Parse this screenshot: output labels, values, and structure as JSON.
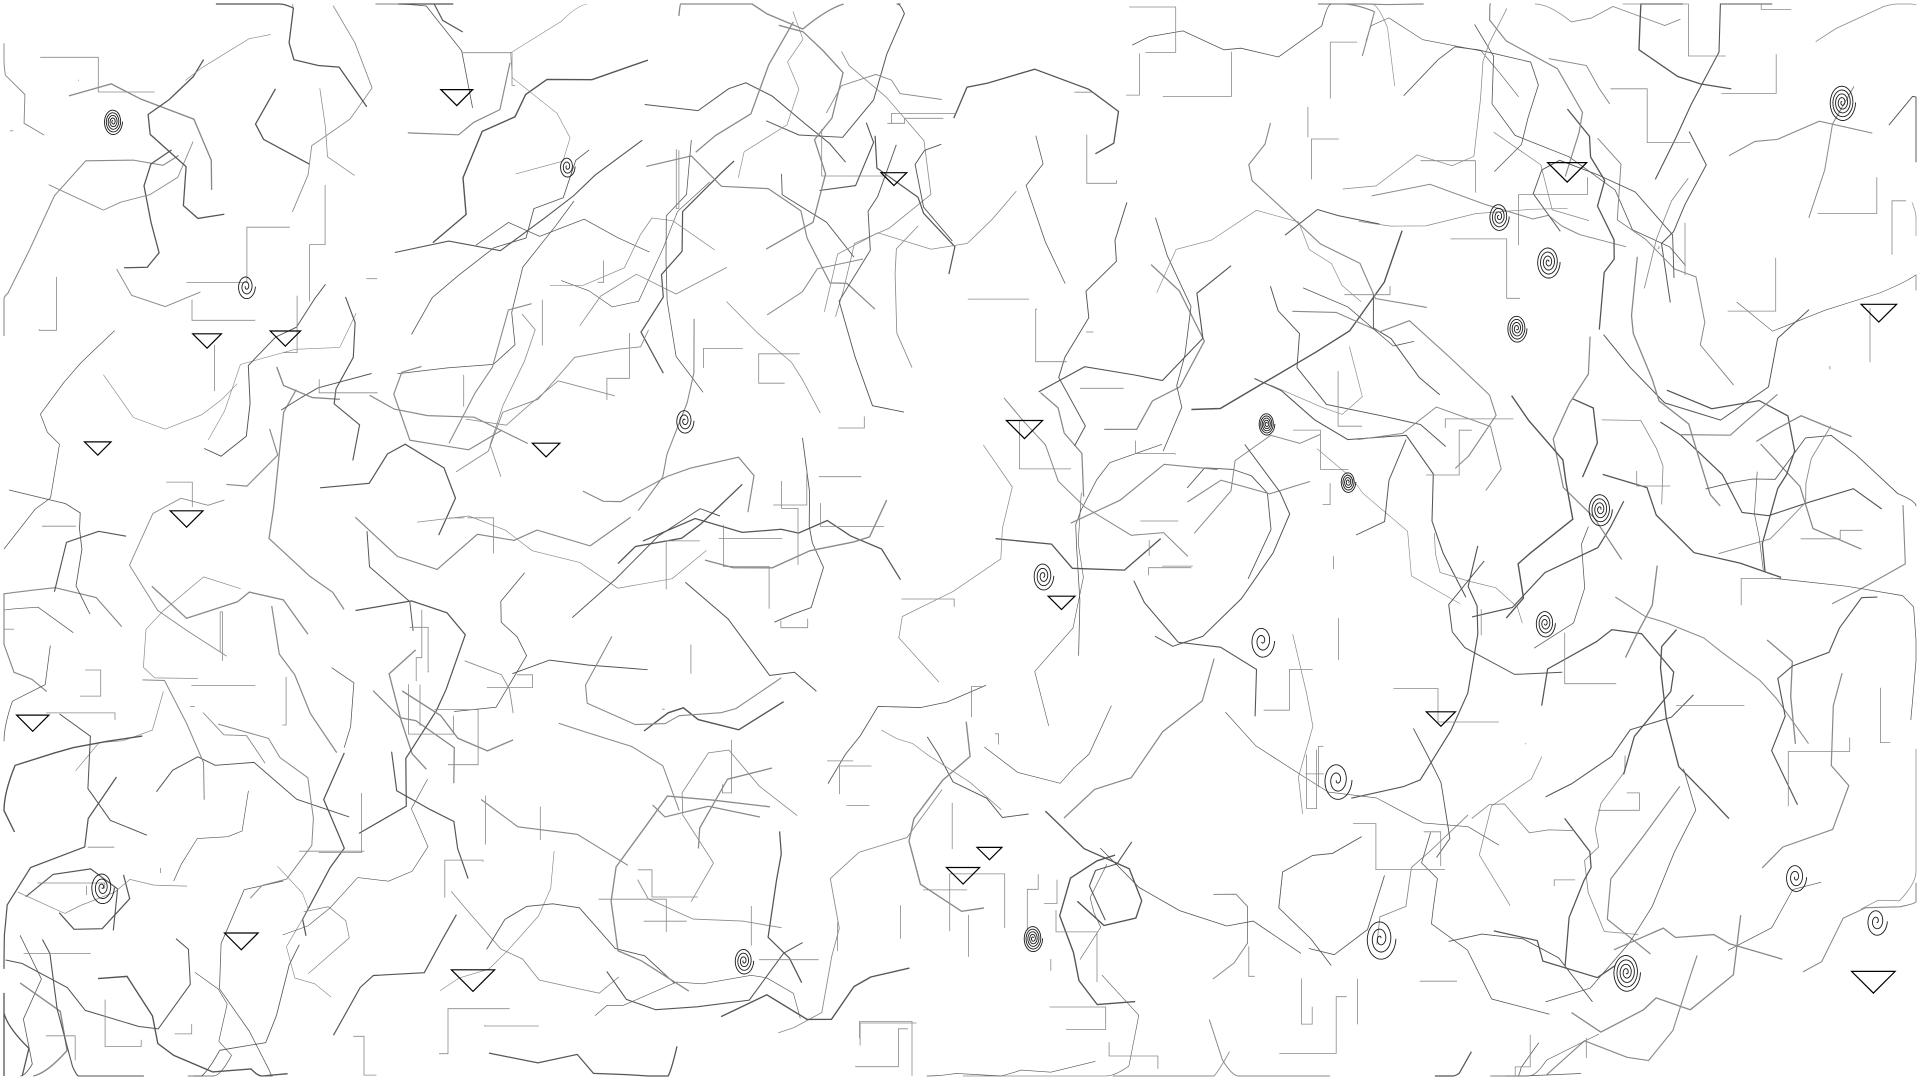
{
  "artwork": {
    "background": "#ffffff",
    "stroke_colors": [
      "#1a1a1a",
      "#555555",
      "#8a8a8a",
      "#000000"
    ],
    "style": "abstract generative line drawing",
    "elements": [
      "meandering-curve",
      "orthogonal-line",
      "spiral",
      "triangle-mark"
    ]
  }
}
